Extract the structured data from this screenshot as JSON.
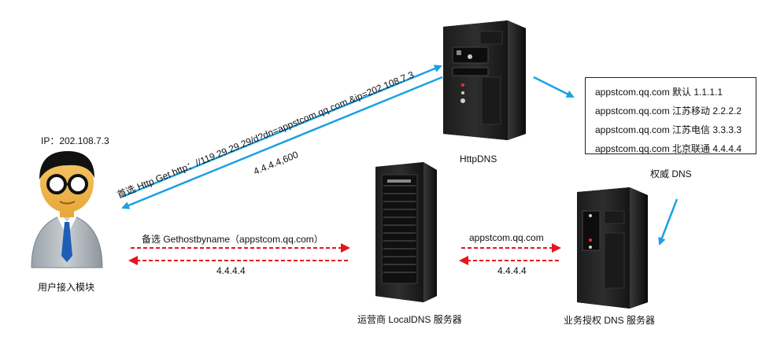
{
  "user": {
    "ip_label": "IP：202.108.7.3",
    "caption": "用户接入模块"
  },
  "httpdns": {
    "caption": "HttpDNS"
  },
  "localdns": {
    "caption": "运营商 LocalDNS 服务器"
  },
  "auth_server": {
    "caption": "业务授权 DNS 服务器"
  },
  "auth_dns": {
    "caption": "权威 DNS",
    "records": [
      "appstcom.qq.com 默认 1.1.1.1",
      "appstcom.qq.com 江苏移动 2.2.2.2",
      "appstcom.qq.com 江苏电信 3.3.3.3",
      "appstcom.qq.com 北京联通 4.4.4.4"
    ]
  },
  "arrows": {
    "http_request": "首选 Http Get http：//119.29.29.29/d?dn=appstcom.qq.com.&ip=202.108.7.3",
    "http_response": "4.4.4.4,600",
    "local_request": "备选 Gethostbyname（appstcom.qq.com）",
    "local_response": "4.4.4.4",
    "auth_request": "appstcom.qq.com",
    "auth_response": "4.4.4.4"
  },
  "colors": {
    "blue_arrow": "#1ba1e2",
    "red_arrow": "#e8141b"
  }
}
